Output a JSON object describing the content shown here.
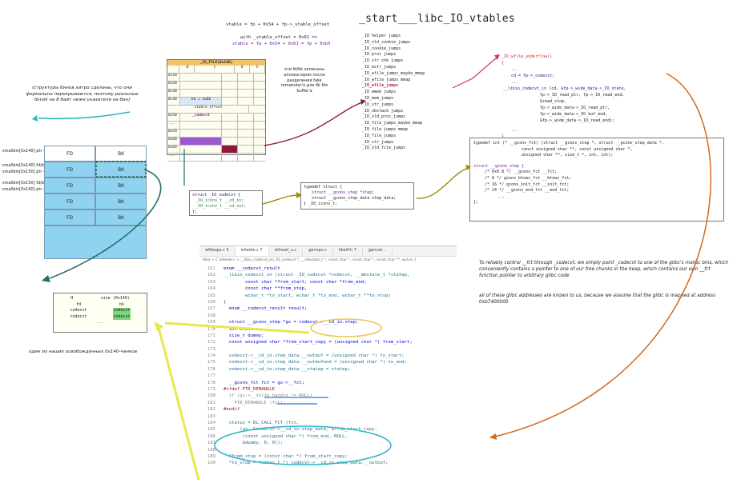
{
  "vtable": {
    "line1": "vtable = fp + 0x54 + fp->_vtable_offset",
    "line2": "with _vtable_offset = 0x61 =>",
    "line3": "vtable = fp + 0x54 + 0x61 = fp + 0xb5"
  },
  "title": "_start___libc_IO_vtables",
  "vtable_list": [
    "_IO helper jumps",
    "_IO_old_cookie_jumps",
    "_IO_cookie_jumps",
    "_IO proc jumps",
    "_IO str chk jumps",
    "_IO_wstr_jumps",
    "_IO_wfile_jumps_maybe_mmap",
    "_IO_wfile jumps mmap",
    "_IO_wfile_jumps",
    "_IO wmem jumps",
    "_IO_mem_jumps",
    "_IO_str_jumps",
    "_IO_obstack jumps",
    "_IO_old_proc_jumps",
    "_IO_file_jumps_maybe_mmap",
    "_IO file jumps mmap",
    "_IO_file_jumps",
    "_IO_str_jumps",
    "_IO_old_file_jumps"
  ],
  "vtable_highlight_index": 8,
  "bins_note": "(структуры бинов хитро сделаны, что они формально перекрываются, поэтому реальные fd+bk на 8 байт ниже указателя на бин)",
  "bins": {
    "labels": [
      "smallbin[0x140] ptr ->",
      "smallbin[0x140] fd/bk",
      "smallbin[0x150] ptr ->",
      "smallbin[0x150] fd/bk",
      "smallbin[0x160] ptr ->"
    ],
    "rows": [
      {
        "fd": "FD",
        "bk": "BK"
      },
      {
        "fd": "FD",
        "bk": "BK"
      },
      {
        "fd": "FD",
        "bk": "BK"
      },
      {
        "fd": "FD",
        "bk": "BK"
      },
      {
        "fd": "FD",
        "bk": "BK"
      }
    ],
    "more": "..."
  },
  "ftbl": {
    "title": "_IO_FILE[0x140]",
    "cols": [
      "0",
      "C",
      "D",
      "E"
    ],
    "rows": [
      "0x10",
      "0x20",
      "0x30",
      "0x40",
      "0x50",
      "...",
      "0xC0",
      "0xD0",
      "0xE0",
      "..."
    ],
    "bk_cell": "bk = ax0b",
    "vtable_cell": "vtable_offset",
    "codecvt_cell": "_codecvt"
  },
  "fake_note": "эти fd/bk записаны аллокатором после разделения fake remainder'а для 4k file buffer'а",
  "chunk_note": "один из наших освобожденных 0x140-чанков",
  "chunk_box": {
    "hdr": [
      "H",
      "size (0x140)"
    ],
    "r1": [
      "fd",
      "bk"
    ],
    "r2": [
      "codecvt",
      "codecvt"
    ],
    "r3": [
      "codecvt",
      "codecvt"
    ],
    "more": "..."
  },
  "codecvt_struct": {
    "l1": "struct _IO_codecvt {",
    "l2": "_IO_iconv_t __cd_in;",
    "l3": "_IO_iconv_t __cd_out;",
    "l4": "};"
  },
  "iconv_struct": {
    "l1": "typedef struct {",
    "l2": "struct __gconv_step *step;",
    "l3": "struct __gconv_step_data step_data;",
    "l4": "} _IO_iconv_t;"
  },
  "underflow": {
    "l1": "_IO_wfile_underflow()",
    "l2": "{",
    "l3": "...",
    "l4": "cd = fp->_codecvt;",
    "l5": "...",
    "l6": "__libio_codecvt_in (cd, &fp->_wide_data->_IO_state,",
    "l7": "fp->_IO_read_ptr, fp->_IO_read_end,",
    "l8": "&read_stop,",
    "l9": "fp->_wide_data->_IO_read_ptr,",
    "l10": "fp->_wide_data->_IO_buf_end,",
    "l11": "&fp->_wide_data->_IO_read_end);",
    "l12": "...",
    "l13": "}"
  },
  "gconv": {
    "l1": "typedef int (* __gconv_fct) (struct __gconv_step *, struct __gconv_step_data *,",
    "l2": "const unsigned char **, const unsigned char *,",
    "l3": "unsigned char **, size_t *, int, int);",
    "l4": "struct __gconv_step {",
    "l5": "/* 0x0  8  */   __gconv_fct __fct;",
    "l6": "/*      8  */   gconv_btowc_fct  __btowc_fct;",
    "l7": "/*      16 */   gconv_init_fct   __init_fct;",
    "l8": "/*      24 */   __gconv_end_fct  __end_fct;",
    "l9": "...",
    "l10": "};"
  },
  "explain": {
    "p1": "To reliably control __fct through _codecvt, we simply point _codecvt to one of the glibc's malloc bins, which conveniently contains a pointer to one of our free chunks in the heap, which contains our own __fct function pointer to arbitrary glibc code",
    "p2": "all of these glibc addresses are known to us, because we assume that the glibc is mapped at address 0xb7400000"
  },
  "editor": {
    "tabs": [
      "wfileops.c 5",
      "iofwide.c 7",
      "iofread_u.c",
      "genops.c",
      "libioP.h 7",
      "gencat..."
    ],
    "breadcrumb": "libio > C iofwide.c > __libio_codecvt_in(_IO_codecvt *, __mbstate_t *, const char *, const char *, const char **, wchar_t",
    "lines": [
      {
        "n": "161",
        "t": "enum __codecvt_result"
      },
      {
        "n": "162",
        "t": "__libio_codecvt_in (struct _IO_codecvt *codecvt, __mbstate_t *statep,"
      },
      {
        "n": "163",
        "t": "        const char *from_start, const char *from_end,"
      },
      {
        "n": "164",
        "t": "        const char **from_stop,"
      },
      {
        "n": "165",
        "t": "        wchar_t *to_start, wchar_t *to_end, wchar_t **to_stop)"
      },
      {
        "n": "166",
        "t": "{"
      },
      {
        "n": "167",
        "t": "  enum __codecvt_result result;"
      },
      {
        "n": "168",
        "t": ""
      },
      {
        "n": "169",
        "t": "  struct __gconv_step *gs = codecvt->__cd_in.step;"
      },
      {
        "n": "170",
        "t": "  int status;"
      },
      {
        "n": "171",
        "t": "  size_t dummy;"
      },
      {
        "n": "172",
        "t": "  const unsigned char *from_start_copy = (unsigned char *) from_start;"
      },
      {
        "n": "173",
        "t": ""
      },
      {
        "n": "174",
        "t": "  codecvt->__cd_in.step_data.__outbuf = (unsigned char *) to_start;"
      },
      {
        "n": "175",
        "t": "  codecvt->__cd_in.step_data.__outbufend = (unsigned char *) to_end;"
      },
      {
        "n": "176",
        "t": "  codecvt->__cd_in.step_data.__statep = statep;"
      },
      {
        "n": "177",
        "t": ""
      },
      {
        "n": "178",
        "t": "  __gconv_fct fct = gs->__fct;"
      },
      {
        "n": "179",
        "t": "#ifdef PTR_DEMANGLE"
      },
      {
        "n": "180",
        "t": "  if (gs->__shlib_handle != NULL)"
      },
      {
        "n": "181",
        "t": "    PTR_DEMANGLE (fct);"
      },
      {
        "n": "182",
        "t": "#endif"
      },
      {
        "n": "183",
        "t": ""
      },
      {
        "n": "184",
        "t": "  status = DL_CALL_FCT (fct,"
      },
      {
        "n": "185",
        "t": "      (gs, &codecvt->__cd_in.step_data, &from_start_copy,"
      },
      {
        "n": "186",
        "t": "       (const unsigned char *) from_end, NULL,"
      },
      {
        "n": "187",
        "t": "       &dummy, 0, 0));"
      },
      {
        "n": "188",
        "t": ""
      },
      {
        "n": "189",
        "t": "  *from_stop = (const char *) from_start_copy;"
      },
      {
        "n": "190",
        "t": "  *to_stop = (wchar_t *) codecvt->__cd_in.step_data.__outbuf;"
      }
    ]
  },
  "colors": {
    "bins_fill": "#8fd3f0",
    "teal_arrow": "#1f6f6a",
    "orange_arrow": "#d2691e",
    "olive_arrow": "#a38a00",
    "cyan_arrow": "#2bb5c8",
    "yellow_arrow": "#e8e84a",
    "crimson_arrow": "#8b1a3a",
    "purple_cell": "#9b59d0",
    "highlight_green": "#7ad67a"
  }
}
